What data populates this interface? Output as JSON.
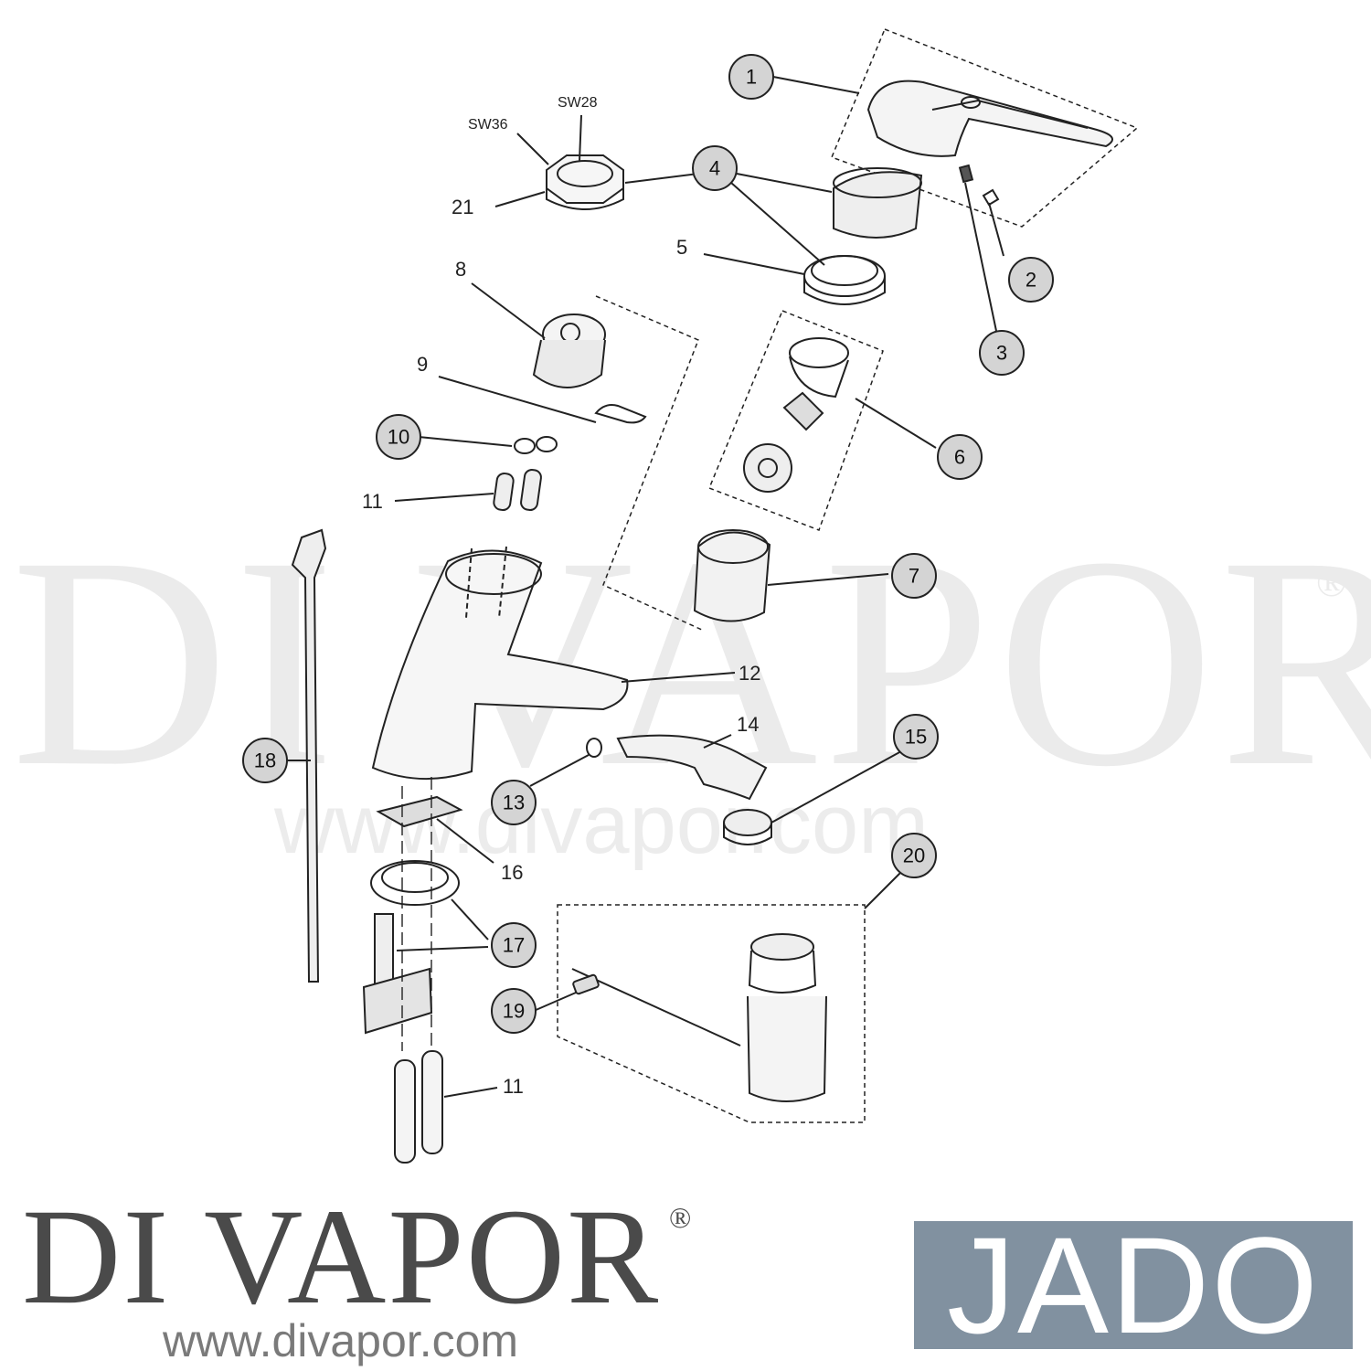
{
  "callouts": [
    {
      "n": "1"
    },
    {
      "n": "2"
    },
    {
      "n": "3"
    },
    {
      "n": "4"
    },
    {
      "n": "6"
    },
    {
      "n": "7"
    },
    {
      "n": "10"
    },
    {
      "n": "13"
    },
    {
      "n": "15"
    },
    {
      "n": "17"
    },
    {
      "n": "18"
    },
    {
      "n": "19"
    },
    {
      "n": "20"
    }
  ],
  "labels": {
    "sw36": "SW36",
    "sw28": "SW28",
    "p21": "21",
    "p5": "5",
    "p8": "8",
    "p9": "9",
    "p11a": "11",
    "p12": "12",
    "p14": "14",
    "p16": "16",
    "p11b": "11"
  },
  "watermark": {
    "text": "DI VAPOR",
    "reg": "®",
    "url": "www.divapor.com"
  },
  "brand": {
    "name": "DI VAPOR",
    "reg": "®",
    "url": "www.divapor.com",
    "partner": "JADO"
  },
  "colors": {
    "callout_fill": "#d4d4d4",
    "line": "#222222",
    "jado_bg": "#8191a0",
    "brand_text": "#4a4a4a"
  }
}
